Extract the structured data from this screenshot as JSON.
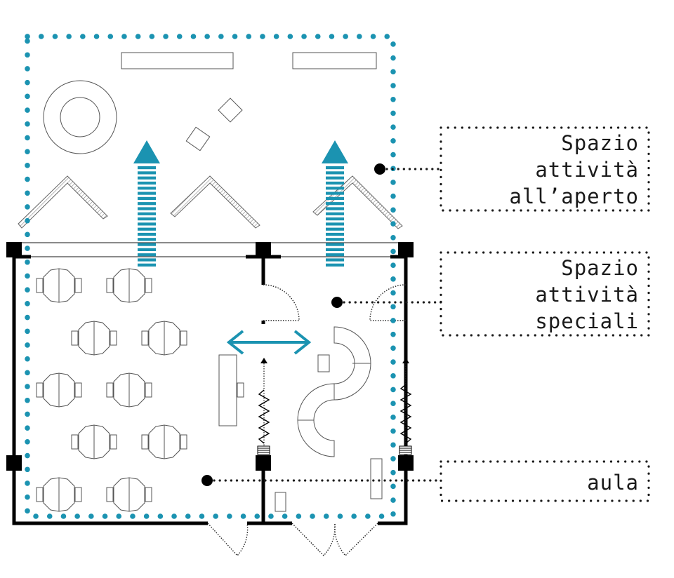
{
  "colors": {
    "accent": "#1b93b1",
    "ink": "#000000",
    "furniture": "#666666"
  },
  "legend": [
    {
      "id": "outdoor",
      "lines": [
        "Spazio",
        "attività",
        "all’aperto"
      ]
    },
    {
      "id": "special",
      "lines": [
        "Spazio",
        "attività",
        "speciali"
      ]
    },
    {
      "id": "classroom",
      "lines": [
        "aula"
      ]
    }
  ]
}
